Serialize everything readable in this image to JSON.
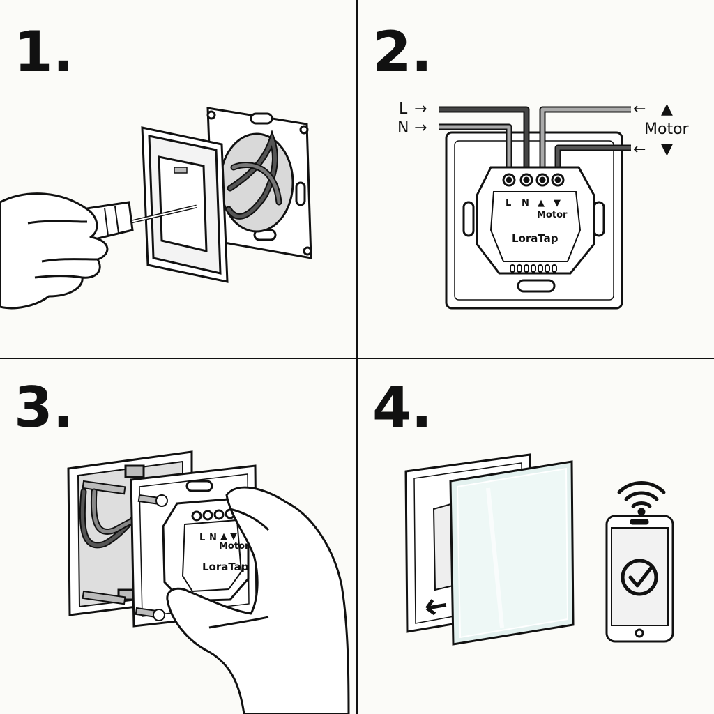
{
  "steps": [
    {
      "number": "1."
    },
    {
      "number": "2."
    },
    {
      "number": "3."
    },
    {
      "number": "4."
    }
  ],
  "wiring": {
    "live": "L",
    "neutral": "N",
    "motor": "Motor",
    "up_symbol": "▲",
    "down_symbol": "▼",
    "arrow": "←",
    "arrow_in": "→"
  },
  "module": {
    "terminal_l": "L",
    "terminal_n": "N",
    "terminal_up": "▲",
    "terminal_down": "▼",
    "motor_label": "Motor",
    "brand": "LoraTap"
  },
  "colors": {
    "ink": "#111111",
    "wire_dark": "#444444",
    "wire_gray": "#9a9a9a",
    "glass": "#e3f1ef",
    "background": "#fbfbf8"
  },
  "icons": [
    "screwdriver-icon",
    "hand-icon",
    "wifi-icon",
    "smartphone-icon",
    "checkmark-icon",
    "arrow-left-icon"
  ]
}
